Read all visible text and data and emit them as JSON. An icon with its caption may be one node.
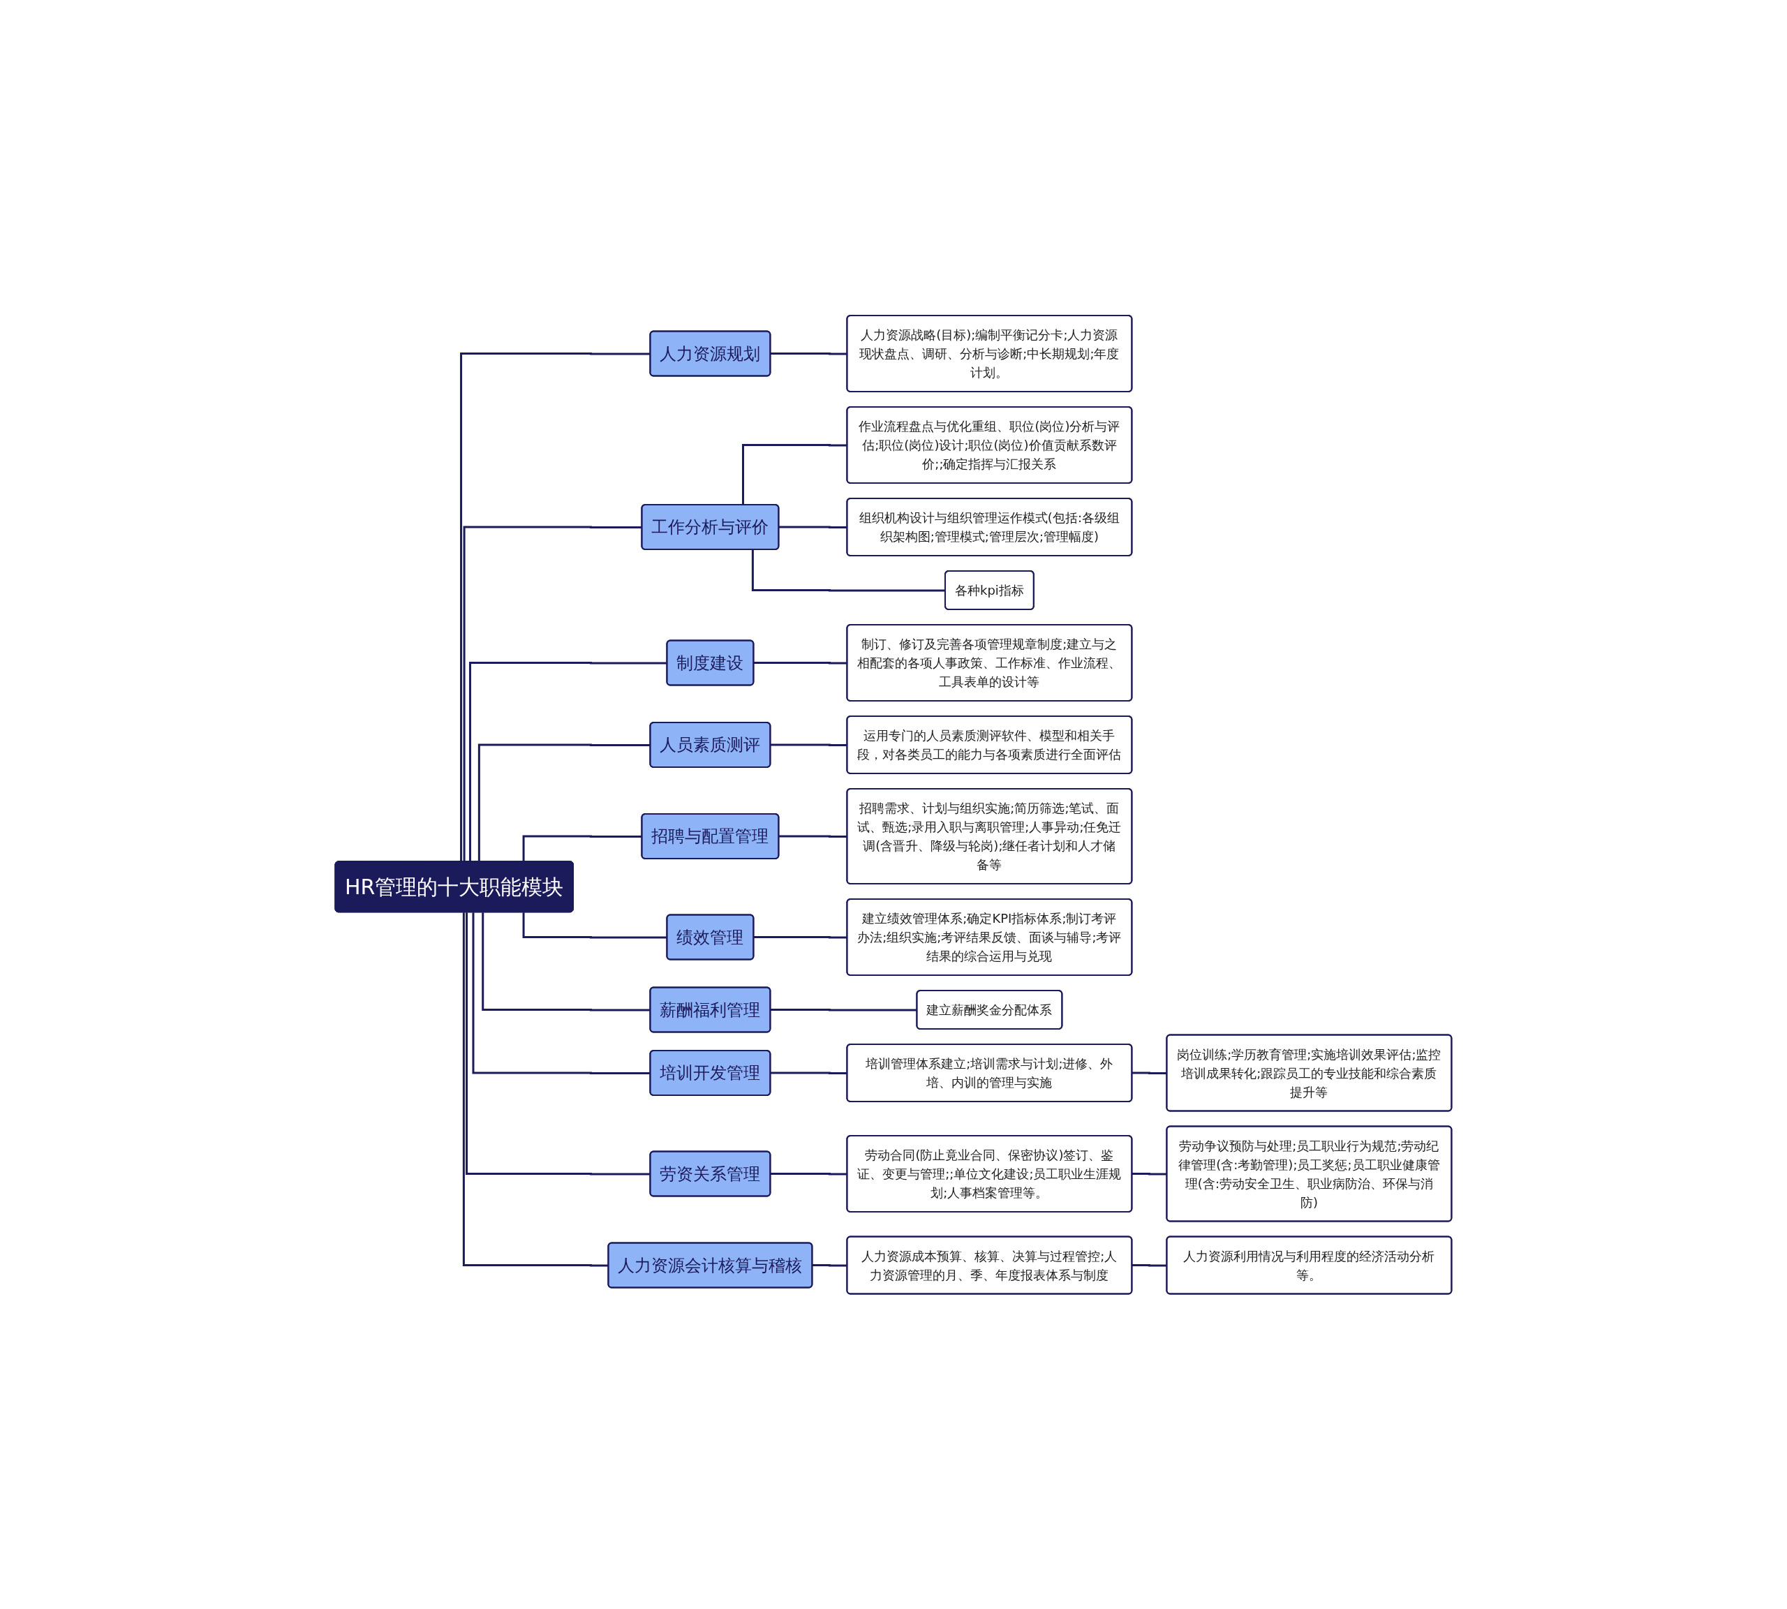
{
  "diagram": {
    "nodes": [
      {
        "text": [
          "HR管理的十大职能模块"
        ]
      },
      {
        "text": [
          "人力资源规划"
        ]
      },
      {
        "text": [
          "人力资源战略(目标);编制平衡记分卡;人力资源现状盘点、调研、分析与诊断;中长期规划;年度计划。"
        ]
      },
      {
        "text": [
          "工作分析与评价"
        ]
      },
      {
        "text": [
          "作业流程盘点与优化重组、职位(岗位)分析与评估;职位(岗位)设计;职位(岗位)价值贡献系数评价;;确定指挥与汇报关系"
        ]
      },
      {
        "text": [
          "组织机构设计与组织管理运作模式(包括:各级组织架构图;管理模式;管理层次;管理幅度)"
        ]
      },
      {
        "text": [
          "各种kpi指标"
        ]
      },
      {
        "text": [
          "制度建设"
        ]
      },
      {
        "text": [
          "制订、修订及完善各项管理规章制度;建立与之相配套的各项人事政策、工作标准、作业流程、工具表单的设计等"
        ]
      },
      {
        "text": [
          "人员素质测评"
        ]
      },
      {
        "text": [
          "运用专门的人员素质测评软件、模型和相关手段，对各类员工的能力与各项素质进行全面评估"
        ]
      },
      {
        "text": [
          "招聘与配置管理"
        ]
      },
      {
        "text": [
          "招聘需求、计划与组织实施;简历筛选;笔试、面试、甄选;录用入职与离职管理;人事异动;任免迁调(含晋升、降级与轮岗);继任者计划和人才储备等"
        ]
      },
      {
        "text": [
          "绩效管理"
        ]
      },
      {
        "text": [
          "建立绩效管理体系;确定KPI指标体系;制订考评办法;组织实施;考评结果反馈、面谈与辅导;考评结果的综合运用与兑现"
        ]
      },
      {
        "text": [
          "薪酬福利管理"
        ]
      },
      {
        "text": [
          "建立薪酬奖金分配体系"
        ]
      },
      {
        "text": [
          "培训开发管理"
        ]
      },
      {
        "text": [
          "培训管理体系建立;培训需求与计划;进修、外培、内训的管理与实施"
        ]
      },
      {
        "text": [
          "岗位训练;学历教育管理;实施培训效果评估;监控培训成果转化;跟踪员工的专业技能和综合素质提升等"
        ]
      },
      {
        "text": [
          "劳资关系管理"
        ]
      },
      {
        "text": [
          "劳动合同(防止竟业合同、保密协议)签订、鉴证、变更与管理;;单位文化建设;员工职业生涯规划;人事档案管理等。"
        ]
      },
      {
        "text": [
          "劳动争议预防与处理;员工职业行为规范;劳动纪律管理(含:考勤管理);员工奖惩;员工职业健康管理(含:劳动安全卫生、职业病防治、环保与消防)"
        ]
      },
      {
        "text": [
          "人力资源会计核算与稽核"
        ]
      },
      {
        "text": [
          "人力资源成本预算、核算、决算与过程管控;人力资源管理的月、季、年度报表体系与制度"
        ]
      },
      {
        "text": [
          "人力资源利用情况与利用程度的经济活动分析等。"
        ]
      }
    ],
    "edges": [
      {
        "from": 0,
        "to": 1,
        "arrow": "none"
      },
      {
        "from": 1,
        "to": 2,
        "arrow": "none"
      },
      {
        "from": 0,
        "to": 3,
        "arrow": "none"
      },
      {
        "from": 3,
        "to": 4,
        "arrow": "none"
      },
      {
        "from": 3,
        "to": 5,
        "arrow": "none"
      },
      {
        "from": 3,
        "to": 6,
        "arrow": "none"
      },
      {
        "from": 0,
        "to": 7,
        "arrow": "none"
      },
      {
        "from": 7,
        "to": 8,
        "arrow": "none"
      },
      {
        "from": 0,
        "to": 9,
        "arrow": "none"
      },
      {
        "from": 9,
        "to": 10,
        "arrow": "none"
      },
      {
        "from": 0,
        "to": 11,
        "arrow": "none"
      },
      {
        "from": 11,
        "to": 12,
        "arrow": "none"
      },
      {
        "from": 0,
        "to": 13,
        "arrow": "none"
      },
      {
        "from": 13,
        "to": 14,
        "arrow": "none"
      },
      {
        "from": 0,
        "to": 15,
        "arrow": "none"
      },
      {
        "from": 15,
        "to": 16,
        "arrow": "none"
      },
      {
        "from": 0,
        "to": 17,
        "arrow": "none"
      },
      {
        "from": 17,
        "to": 18,
        "arrow": "none"
      },
      {
        "from": 18,
        "to": 19,
        "arrow": "none"
      },
      {
        "from": 0,
        "to": 20,
        "arrow": "none"
      },
      {
        "from": 20,
        "to": 21,
        "arrow": "none"
      },
      {
        "from": 21,
        "to": 22,
        "arrow": "none"
      },
      {
        "from": 0,
        "to": 23,
        "arrow": "none"
      },
      {
        "from": 23,
        "to": 24,
        "arrow": "none"
      },
      {
        "from": 24,
        "to": 25,
        "arrow": "none"
      }
    ]
  }
}
